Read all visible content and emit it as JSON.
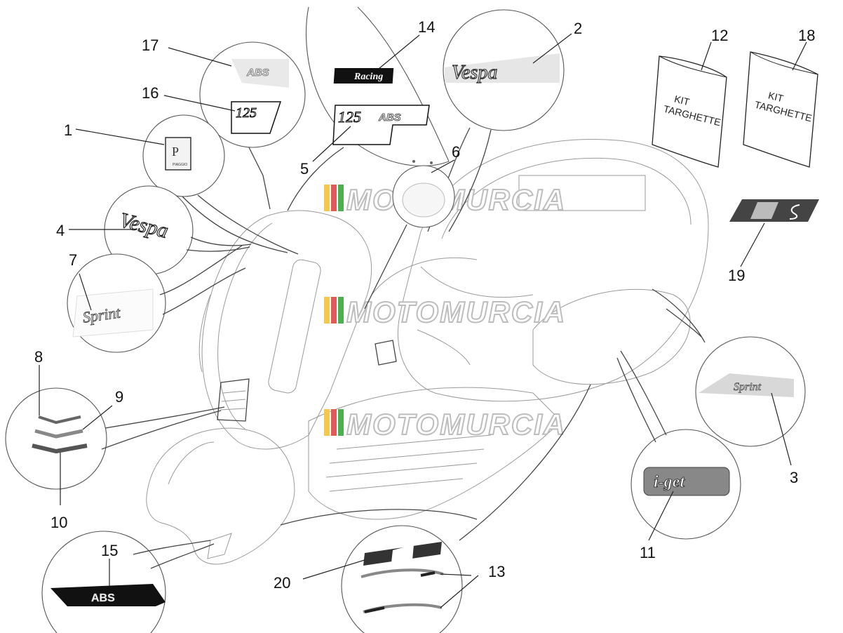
{
  "callouts": [
    "1",
    "2",
    "3",
    "4",
    "5",
    "6",
    "7",
    "8",
    "9",
    "10",
    "11",
    "12",
    "13",
    "14",
    "15",
    "16",
    "17",
    "18",
    "19",
    "20"
  ],
  "watermark": {
    "text": "MOTOMURCIA",
    "stripe_colors": [
      "#f2c94c",
      "#e05a5a",
      "#4caf50"
    ]
  },
  "labels": {
    "abs_badge_17": "ABS",
    "badge_125_16": "125",
    "badge_125_5": "125",
    "badge_abs_5": "ABS",
    "racing_14": "Racing",
    "vespa_2": "Vespa",
    "vespa_4": "Vespa",
    "sprint_7": "Sprint",
    "sprint_3": "Sprint",
    "iget_11": "i-get",
    "abs_15": "ABS",
    "piaggio_1": "PIAGGIO",
    "kit_12_line1": "KIT",
    "kit_12_line2": "TARGHETTE",
    "kit_18_line1": "KIT",
    "kit_18_line2": "TARGHETTE"
  }
}
